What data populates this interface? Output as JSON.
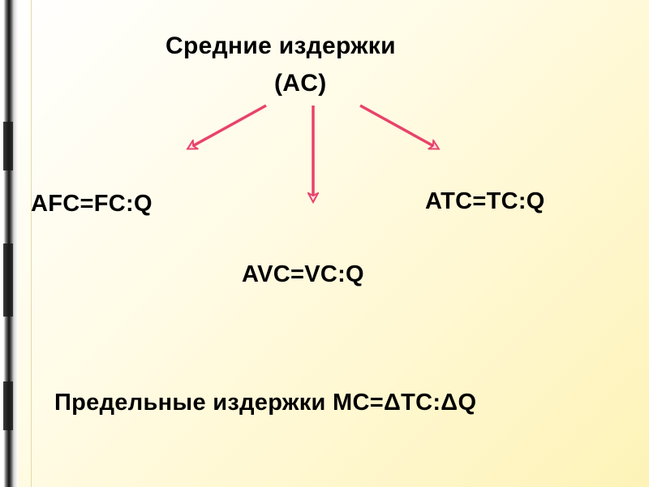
{
  "title": {
    "line1": "Средние издержки",
    "line2": "(AC)"
  },
  "formulas": {
    "afc": "AFC=FC:Q",
    "avc": "AVC=VC:Q",
    "atc": "ATC=TC:Q"
  },
  "marginal": "Предельные издержки MC=ΔTC:ΔQ",
  "colors": {
    "arrow": "#e8436a",
    "text": "#000000",
    "background": "#fff8d2"
  }
}
